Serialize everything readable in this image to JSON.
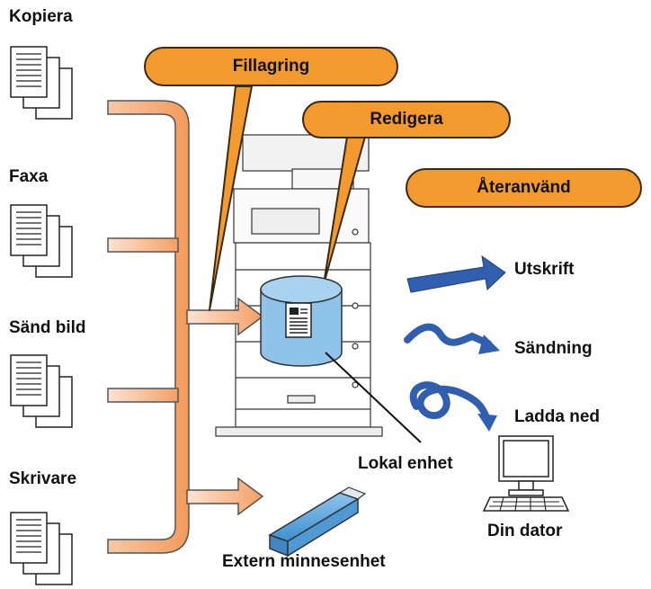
{
  "sources": {
    "copy": "Kopiera",
    "fax": "Faxa",
    "scan": "Sänd bild",
    "printer": "Skrivare"
  },
  "functions": {
    "file_storage": "Fillagring",
    "edit": "Redigera",
    "reuse": "Återanvänd"
  },
  "outputs": {
    "print": "Utskrift",
    "send": "Sändning",
    "download": "Ladda ned"
  },
  "storage": {
    "local": "Lokal enhet",
    "external": "Extern minnesenhet"
  },
  "computer": {
    "label": "Din dator"
  },
  "colors": {
    "bubble_fill": "#f39a2e",
    "arrow_orange": "#f4a46a",
    "arrow_blue": "#2f5fae",
    "drive_blue": "#8fc3ea",
    "usb_blue": "#5ba6dc"
  }
}
